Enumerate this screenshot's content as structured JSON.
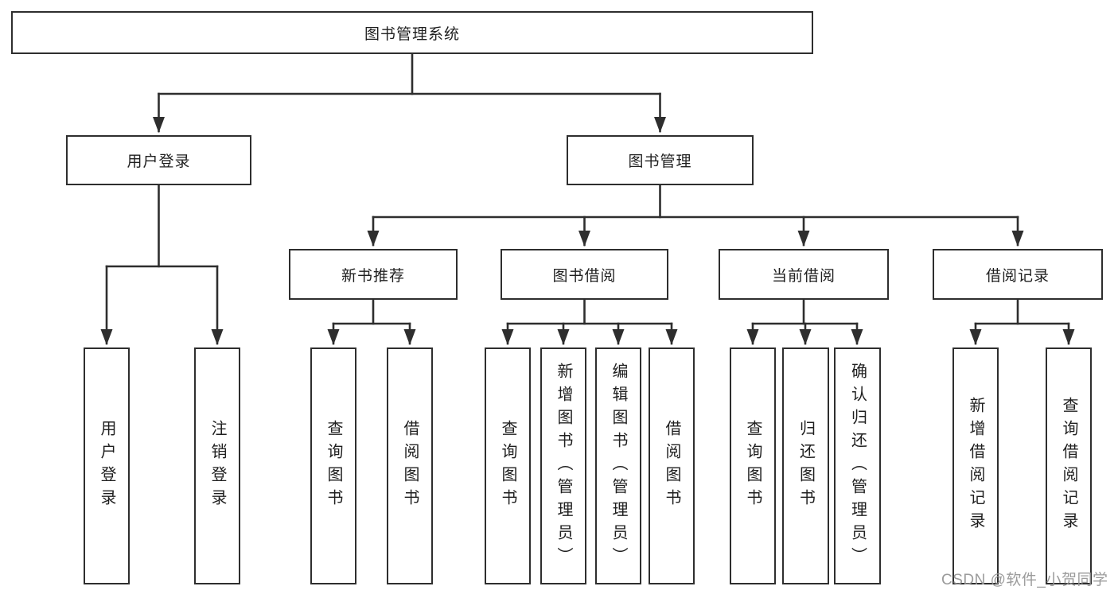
{
  "diagram": {
    "type": "hierarchy-tree",
    "colors": {
      "line": "#2e2e2e",
      "box_border": "#2e2e2e",
      "box_fill": "#ffffff",
      "text": "#1f1f1f",
      "watermark": "#969696",
      "background": "#ffffff"
    },
    "tree": {
      "label": "图书管理系统",
      "children": [
        {
          "label": "用户登录",
          "children": [
            {
              "label": "用户登录"
            },
            {
              "label": "注销登录"
            }
          ]
        },
        {
          "label": "图书管理",
          "children": [
            {
              "label": "新书推荐",
              "children": [
                {
                  "label": "查询图书"
                },
                {
                  "label": "借阅图书"
                }
              ]
            },
            {
              "label": "图书借阅",
              "children": [
                {
                  "label": "查询图书"
                },
                {
                  "label": "新增图书（管理员）"
                },
                {
                  "label": "编辑图书（管理员）"
                },
                {
                  "label": "借阅图书"
                }
              ]
            },
            {
              "label": "当前借阅",
              "children": [
                {
                  "label": "查询图书"
                },
                {
                  "label": "归还图书"
                },
                {
                  "label": "确认归还（管理员）"
                }
              ]
            },
            {
              "label": "借阅记录",
              "children": [
                {
                  "label": "新增借阅记录"
                },
                {
                  "label": "查询借阅记录"
                }
              ]
            }
          ]
        }
      ]
    },
    "watermark": "CSDN @软件_小贺同学"
  }
}
